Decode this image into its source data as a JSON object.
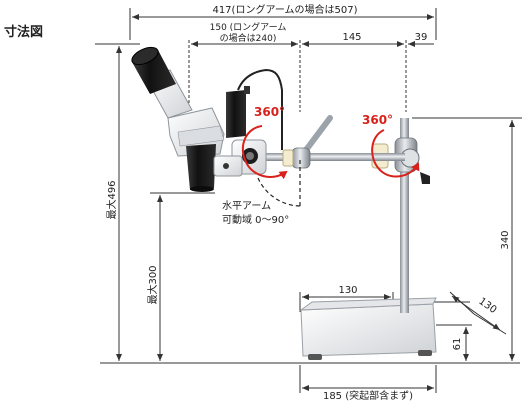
{
  "section_title": "寸法図",
  "dimensions": {
    "overall_width": "417(ロングアームの場合は507)",
    "arm_length_line1": "150 (ロングアーム",
    "arm_length_line2": "の場合は240)",
    "mid_span": "145",
    "right_span": "39",
    "max_height": "最大496",
    "max_lower_height": "最大300",
    "pole_height": "340",
    "base_width_top": "130",
    "base_depth": "130",
    "base_height": "61",
    "base_width_bottom": "185 (突起部含まず)"
  },
  "annotations": {
    "rotation_left": "360°",
    "rotation_right": "360°",
    "arm_range_line1": "水平アーム",
    "arm_range_line2": "可動域 0〜90°"
  },
  "colors": {
    "dimension_line": "#333333",
    "rotation_arrow": "#d9211b",
    "metal": "#a9b0b6",
    "body_white": "#f2f2f2",
    "eyepiece_dark": "#1d1d1d"
  }
}
